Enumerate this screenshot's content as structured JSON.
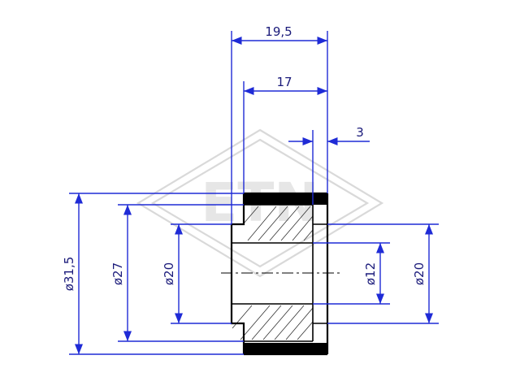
{
  "watermark": {
    "text": "ETN"
  },
  "dimensions": {
    "top_width": "19,5",
    "mid_width": "17",
    "small_width": "3",
    "outer_dia": "ø31,5",
    "flange_dia": "ø27",
    "bore_left": "ø20",
    "bore_inner": "ø12",
    "bore_right": "ø20"
  },
  "colors": {
    "dimension": "#1f2bd6",
    "object": "#000000",
    "watermark": "#d9d9d9"
  }
}
